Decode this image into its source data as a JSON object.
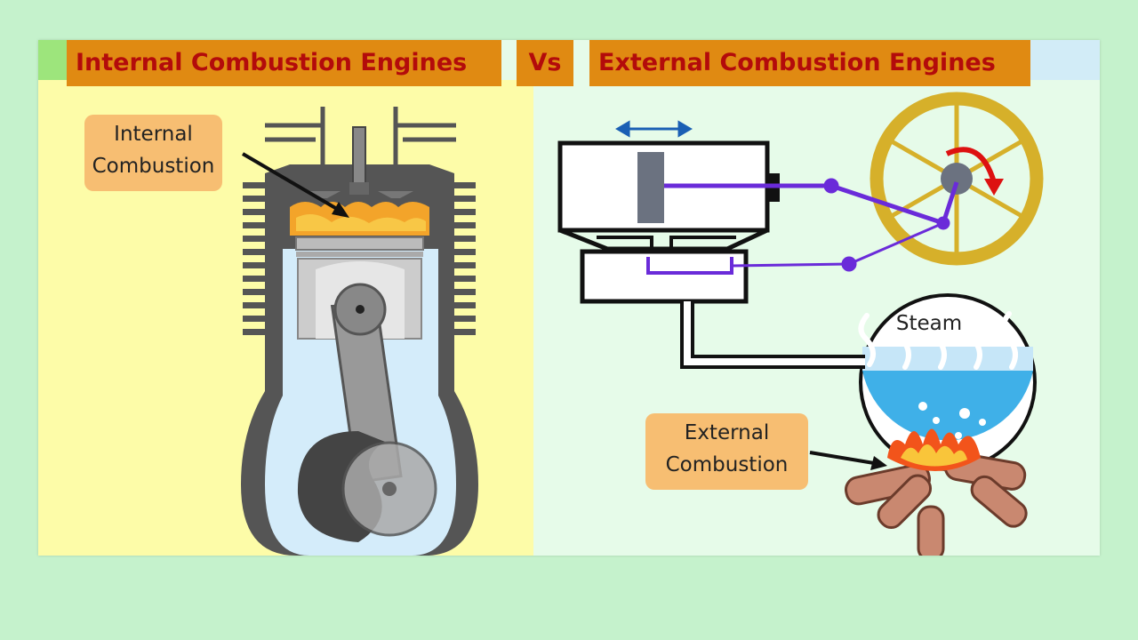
{
  "titles": {
    "left": "Internal Combustion Engines",
    "middle": "Vs",
    "right": "External Combustion Engines"
  },
  "labels": {
    "internal": [
      "Internal",
      "Combustion"
    ],
    "external": [
      "External",
      "Combustion"
    ],
    "steam": "Steam"
  },
  "colors": {
    "title_bg": "#e08a12",
    "title_text": "#b30b0b",
    "label_bg": "#f7be72",
    "left_panel": "#fdfca8",
    "right_panel": "#e6fbe9",
    "wheel": "#d6b02a",
    "linkage": "#6a2bd9",
    "water": "#3fb0e8"
  }
}
